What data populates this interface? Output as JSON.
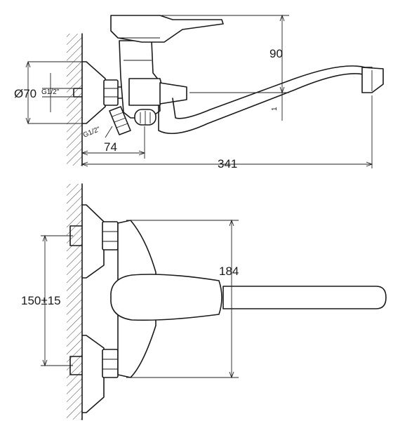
{
  "dimensions": {
    "flange_diameter": "Ø70",
    "thread_top": "G1/2\"",
    "thread_bottom": "G1/2\"",
    "height_90": "90",
    "spout_offset": "1",
    "eccentric_74": "74",
    "spout_length": "341",
    "body_height": "184",
    "center_distance": "150±15"
  },
  "colors": {
    "line": "#1a1a1a",
    "background": "#ffffff"
  }
}
